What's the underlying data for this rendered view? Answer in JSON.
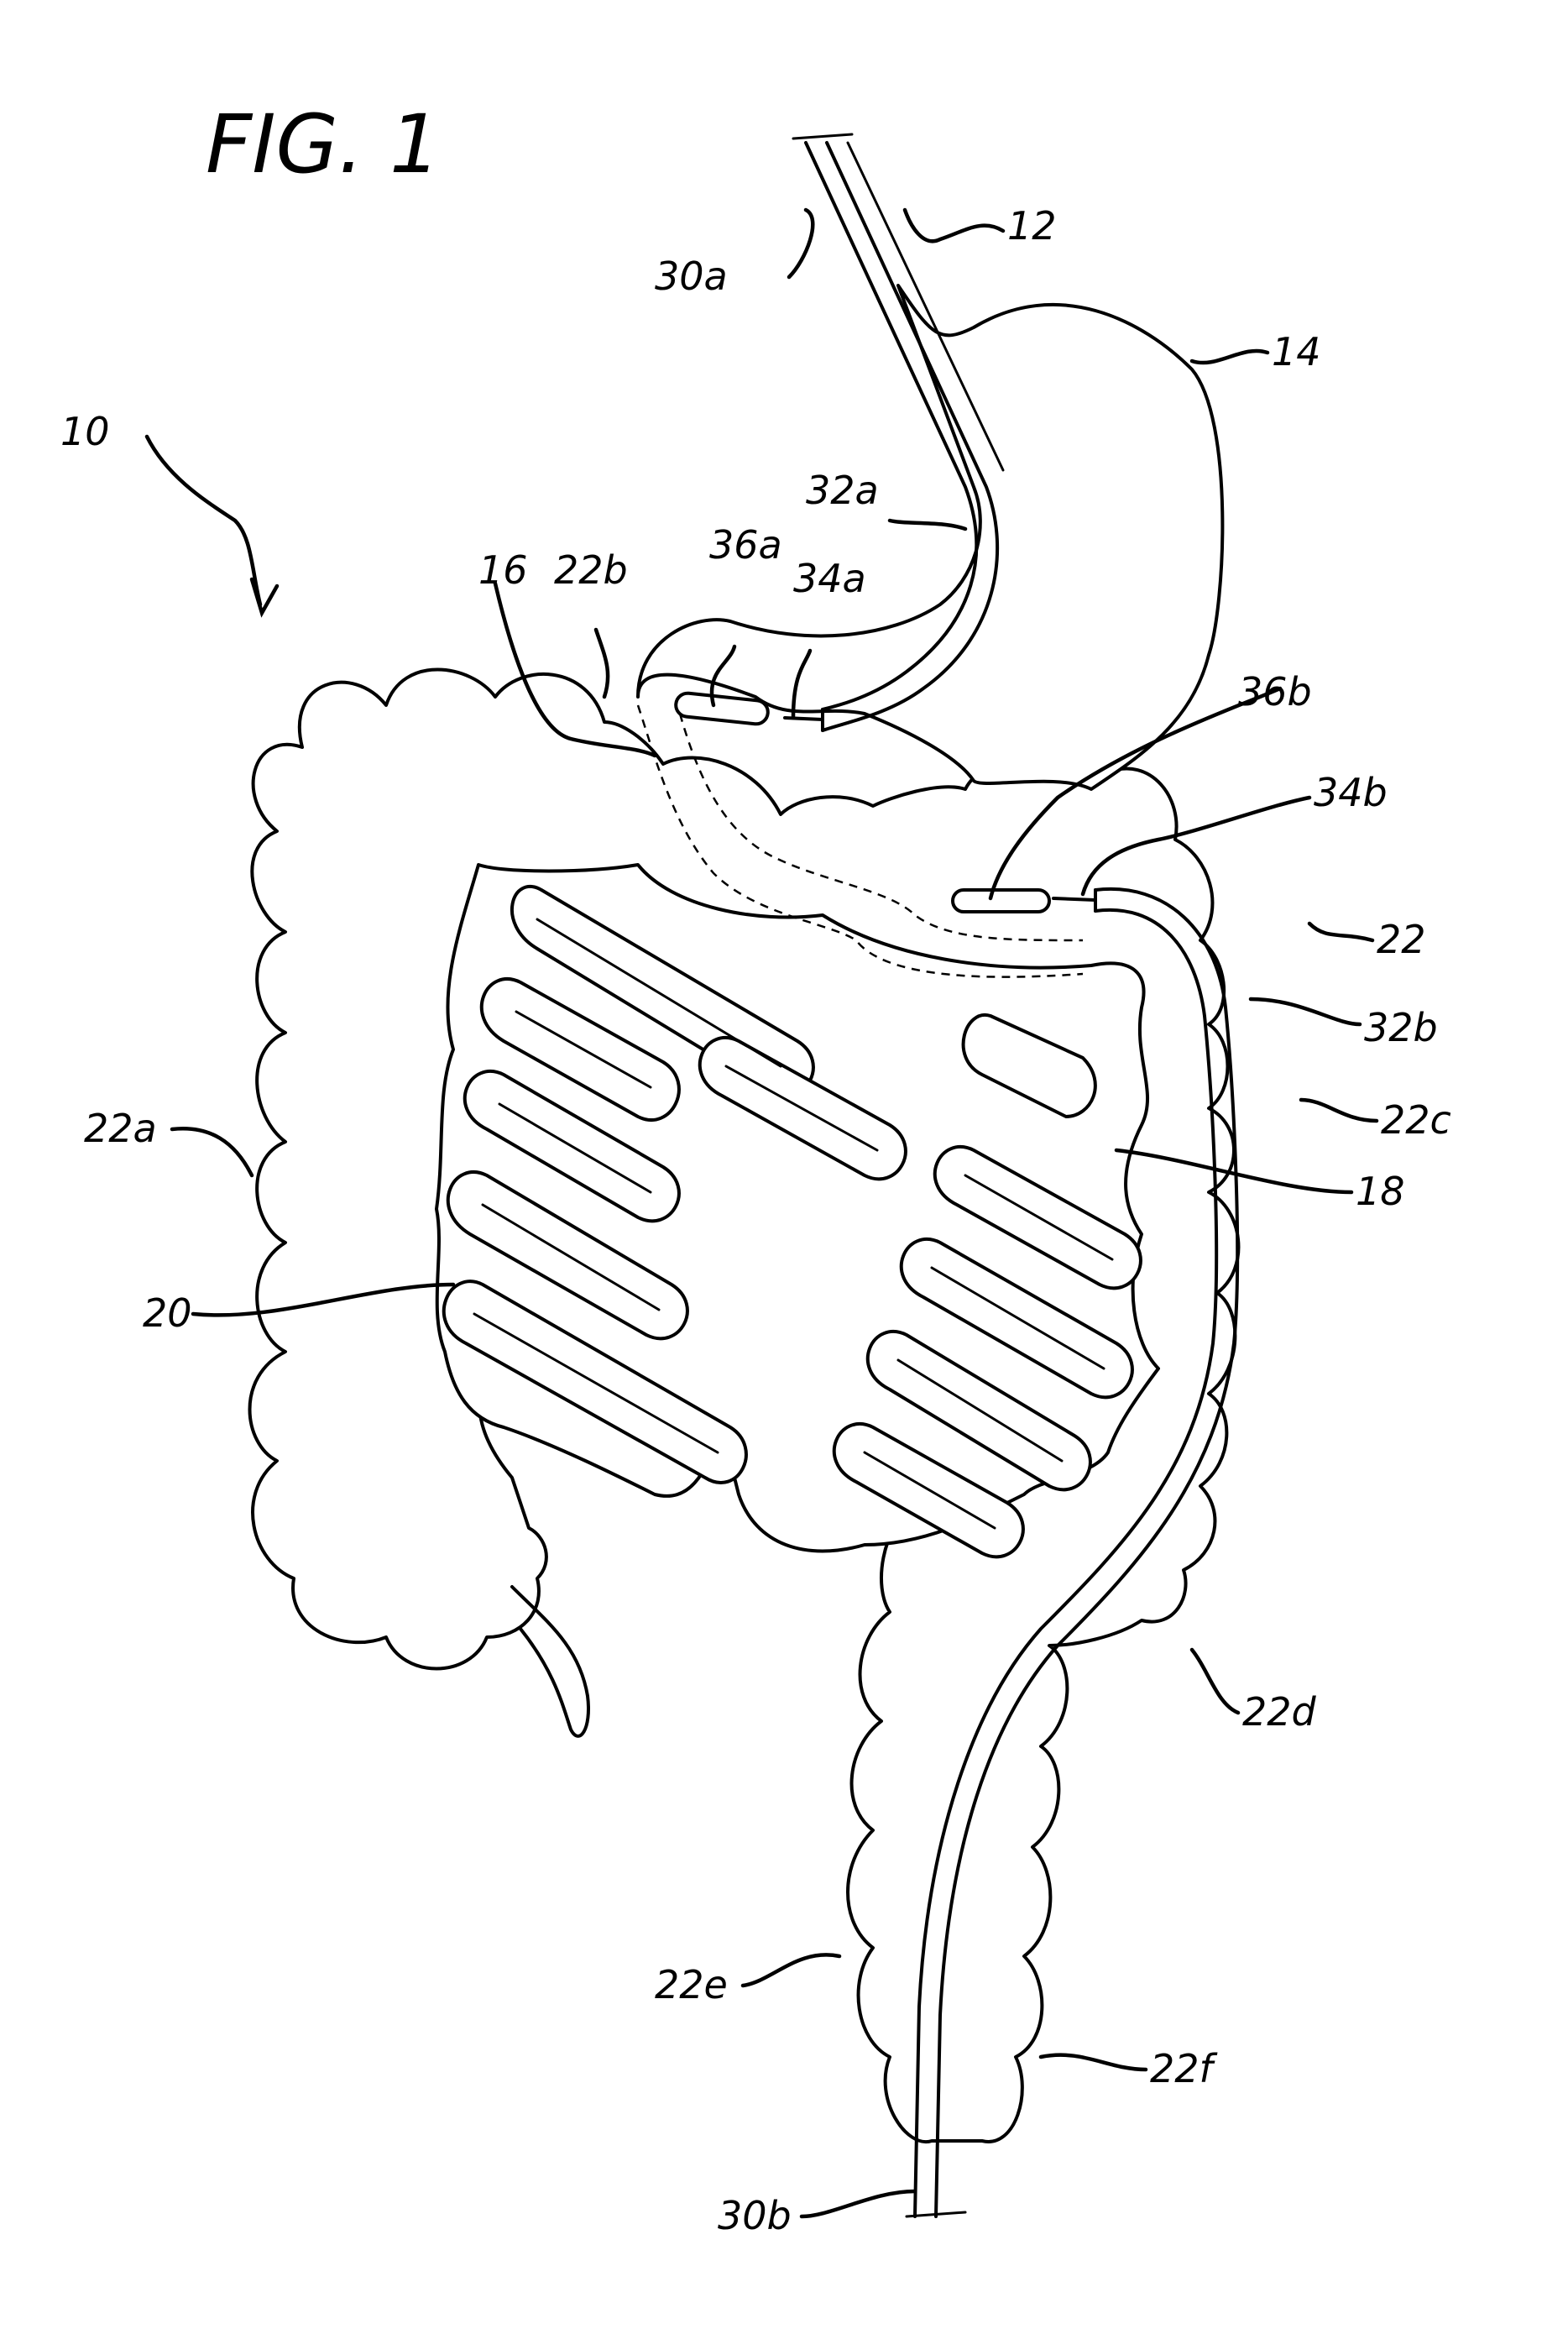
{
  "figure": {
    "title": "FIG. 1",
    "labels": {
      "l10": "10",
      "l12": "12",
      "l14": "14",
      "l16": "16",
      "l18": "18",
      "l20": "20",
      "l22": "22",
      "l22a": "22a",
      "l22b": "22b",
      "l22c": "22c",
      "l22d": "22d",
      "l22e": "22e",
      "l22f": "22f",
      "l30a": "30a",
      "l30b": "30b",
      "l32a": "32a",
      "l32b": "32b",
      "l34a": "34a",
      "l34b": "34b",
      "l36a": "36a",
      "l36b": "36b"
    }
  }
}
